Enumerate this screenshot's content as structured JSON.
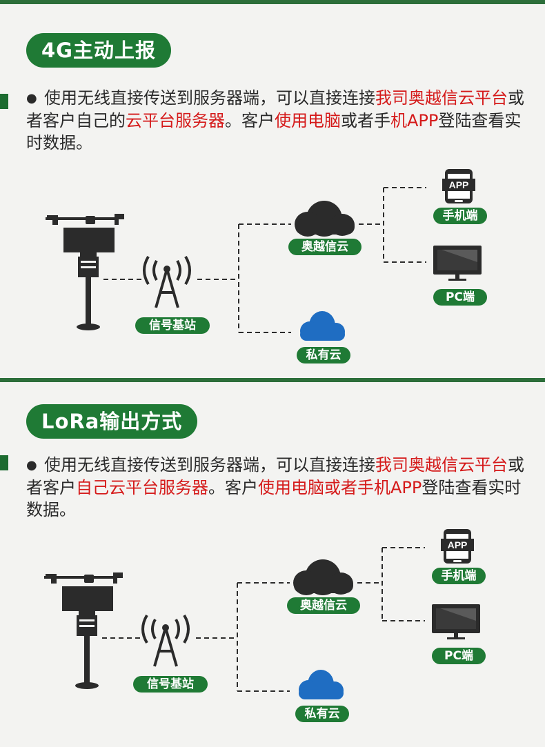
{
  "sections": [
    {
      "title": "4G主动上报",
      "bullet": "●",
      "desc_parts": [
        {
          "text": "使用无线直接传送到服务器端，可以直接连接",
          "red": false
        },
        {
          "text": "我司奥越信云平台",
          "red": true
        },
        {
          "text": "或者客户自己的",
          "red": false
        },
        {
          "text": "云平台服务器",
          "red": true
        },
        {
          "text": "。客户",
          "red": false
        },
        {
          "text": "使用电脑",
          "red": true
        },
        {
          "text": "或者手",
          "red": false
        },
        {
          "text": "机APP",
          "red": true
        },
        {
          "text": "登陆查看实时数据。",
          "red": false
        }
      ],
      "labels": {
        "base_station": "信号基站",
        "cloud": "奥越信云",
        "private_cloud": "私有云",
        "phone": "手机端",
        "pc": "PC端",
        "app_icon": "APP"
      }
    },
    {
      "title": "LoRa输出方式",
      "bullet": "●",
      "desc_parts": [
        {
          "text": "使用无线直接传送到服务器端，可以直接连接",
          "red": false
        },
        {
          "text": "我司奥越信云平台",
          "red": true
        },
        {
          "text": "或者客户",
          "red": false
        },
        {
          "text": "自己云平台服务器",
          "red": true
        },
        {
          "text": "。客户",
          "red": false
        },
        {
          "text": "使用电脑或者手机APP",
          "red": true
        },
        {
          "text": "登陆查看实时数据。",
          "red": false
        }
      ],
      "labels": {
        "base_station": "信号基站",
        "cloud": "奥越信云",
        "private_cloud": "私有云",
        "phone": "手机端",
        "pc": "PC端",
        "app_icon": "APP"
      }
    }
  ],
  "colors": {
    "green": "#1f7a35",
    "red": "#d51a1a",
    "cloud_dark": "#2b2b2b",
    "cloud_blue": "#1f6dc2"
  }
}
